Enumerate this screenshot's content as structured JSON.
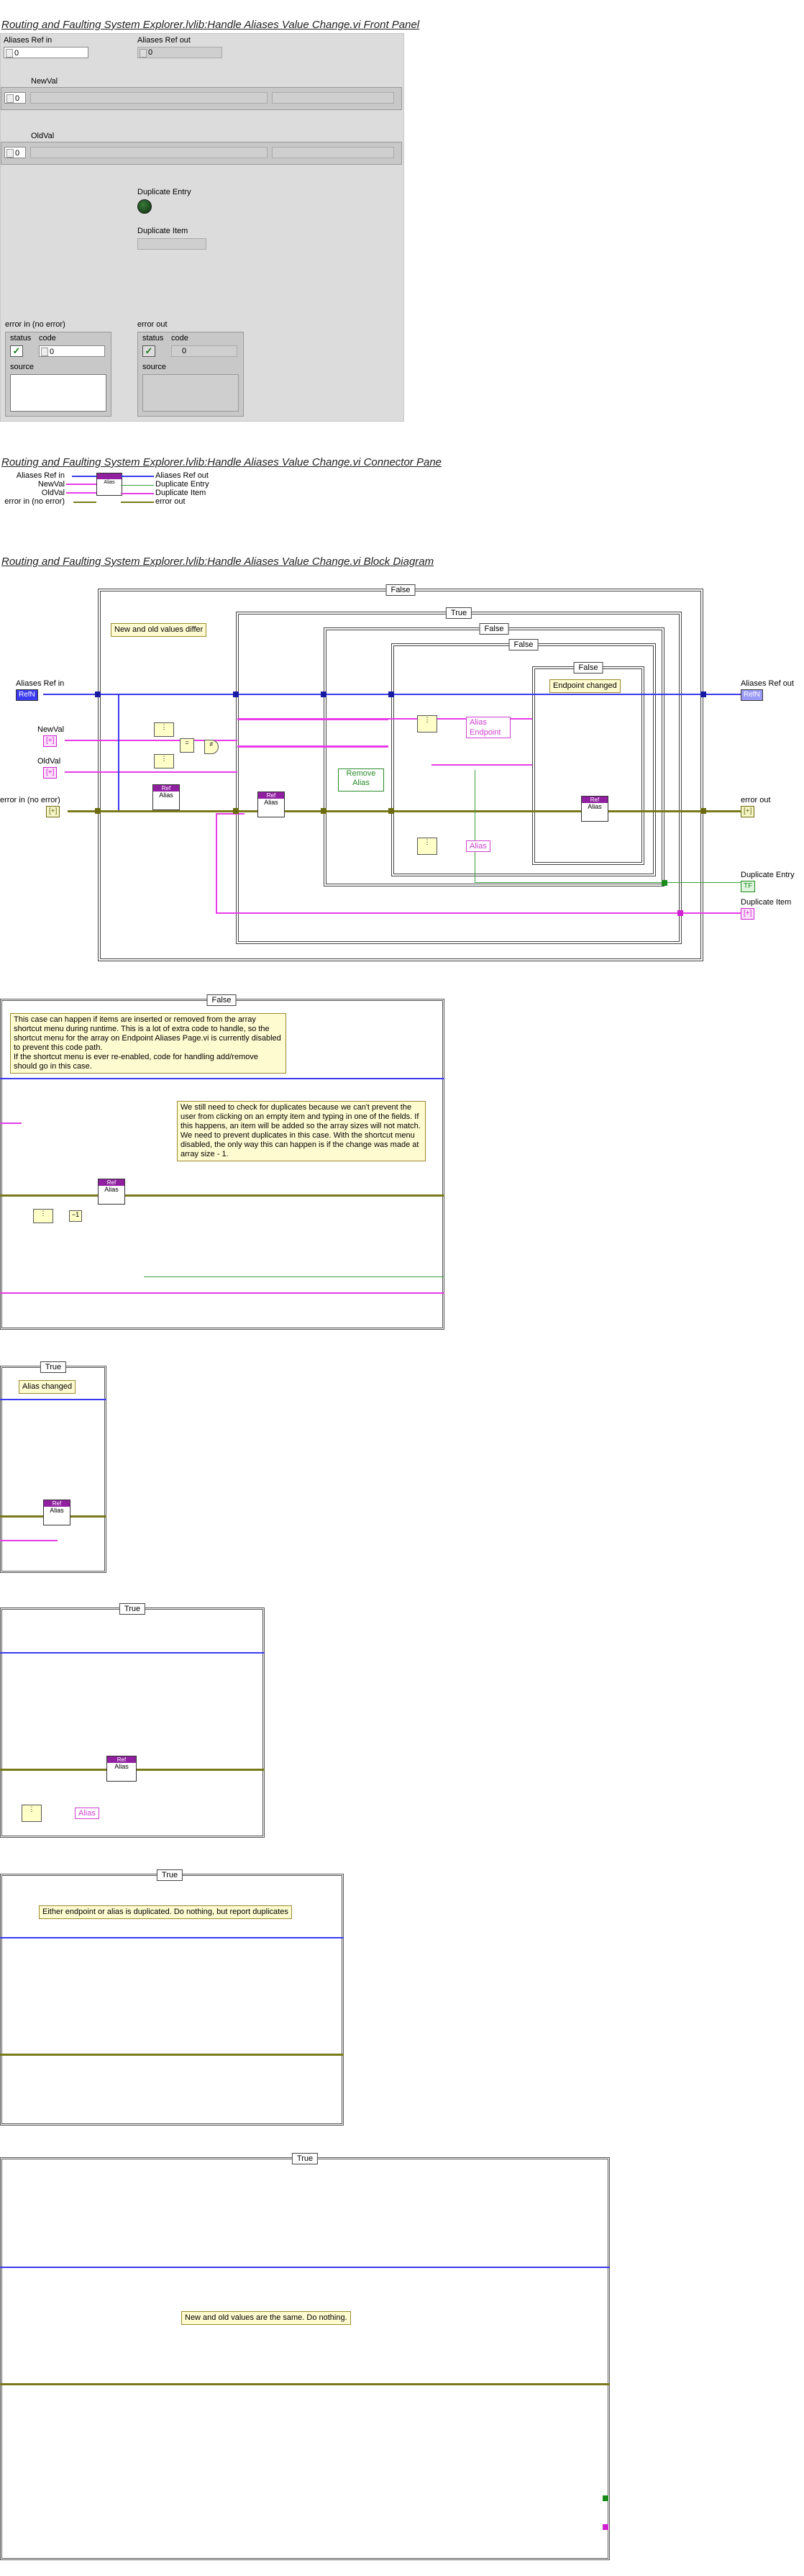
{
  "front_panel": {
    "title": "Routing and Faulting System Explorer.lvlib:Handle Aliases Value Change.vi Front Panel",
    "aliases_ref_in_label": "Aliases Ref in",
    "aliases_ref_in_value": "0",
    "aliases_ref_out_label": "Aliases Ref out",
    "aliases_ref_out_value": "0",
    "newval_label": "NewVal",
    "newval_index": "0",
    "oldval_label": "OldVal",
    "oldval_index": "0",
    "duplicate_entry_label": "Duplicate Entry",
    "duplicate_item_label": "Duplicate Item",
    "error_in_label": "error in (no error)",
    "error_out_label": "error out",
    "status_label": "status",
    "code_label": "code",
    "source_label": "source",
    "code_value": "0"
  },
  "connector_pane": {
    "title": "Routing and Faulting System Explorer.lvlib:Handle Aliases Value Change.vi Connector Pane",
    "inputs": [
      "Aliases Ref in",
      "NewVal",
      "OldVal",
      "error in (no error)"
    ],
    "outputs": [
      "Aliases Ref out",
      "Duplicate Entry",
      "Duplicate Item",
      "error out"
    ]
  },
  "block_diagram": {
    "title": "Routing and Faulting System Explorer.lvlib:Handle Aliases Value Change.vi Block Diagram",
    "outer_case": "False",
    "case_true": "True",
    "case_false": "False",
    "note_differ": "New and old values differ",
    "note_endpoint_changed": "Endpoint changed",
    "remove_alias": [
      "Remove",
      "Alias"
    ],
    "alias_endpoint": [
      "Alias",
      "Endpoint"
    ],
    "alias_label": "Alias",
    "terminals": {
      "aliases_ref_in": "Aliases Ref in",
      "newval": "NewVal",
      "oldval": "OldVal",
      "error_in": "error in (no error)",
      "aliases_ref_out": "Aliases Ref out",
      "error_out": "error out",
      "duplicate_entry": "Duplicate Entry",
      "duplicate_item": "Duplicate Item"
    }
  },
  "sub_diagrams": [
    {
      "selector": "False",
      "note1": "This case can happen if items are inserted or removed from the array shortcut menu during runtime. This is a lot of extra code to handle, so the shortcut menu for the array on Endpoint Aliases Page.vi is currently disabled to prevent this code path.\nIf the shortcut menu is ever re-enabled, code for handling add/remove should go in this case.",
      "note2": "We still need to check for duplicates because we can't prevent the user from clicking on an empty item and typing in one of the fields. If this happens, an item will be added so the array sizes will not match. We need to prevent duplicates in this case. With the shortcut menu disabled, the only way this can happen is if the change was made at array size - 1."
    },
    {
      "selector": "True",
      "note": "Alias changed"
    },
    {
      "selector": "True",
      "alias_label": "Alias"
    },
    {
      "selector": "True",
      "note": "Either endpoint or alias is duplicated. Do nothing, but report duplicates"
    },
    {
      "selector": "True",
      "note": "New and old values are the same. Do nothing."
    }
  ],
  "colors": {
    "reference_wire": "#3a3af0",
    "string_wire": "#e83ce8",
    "error_wire": "#7a7a1a",
    "boolean_wire": "#3aa03a",
    "panel_bg": "#dcdcdc",
    "note_bg": "#fffbd0"
  }
}
